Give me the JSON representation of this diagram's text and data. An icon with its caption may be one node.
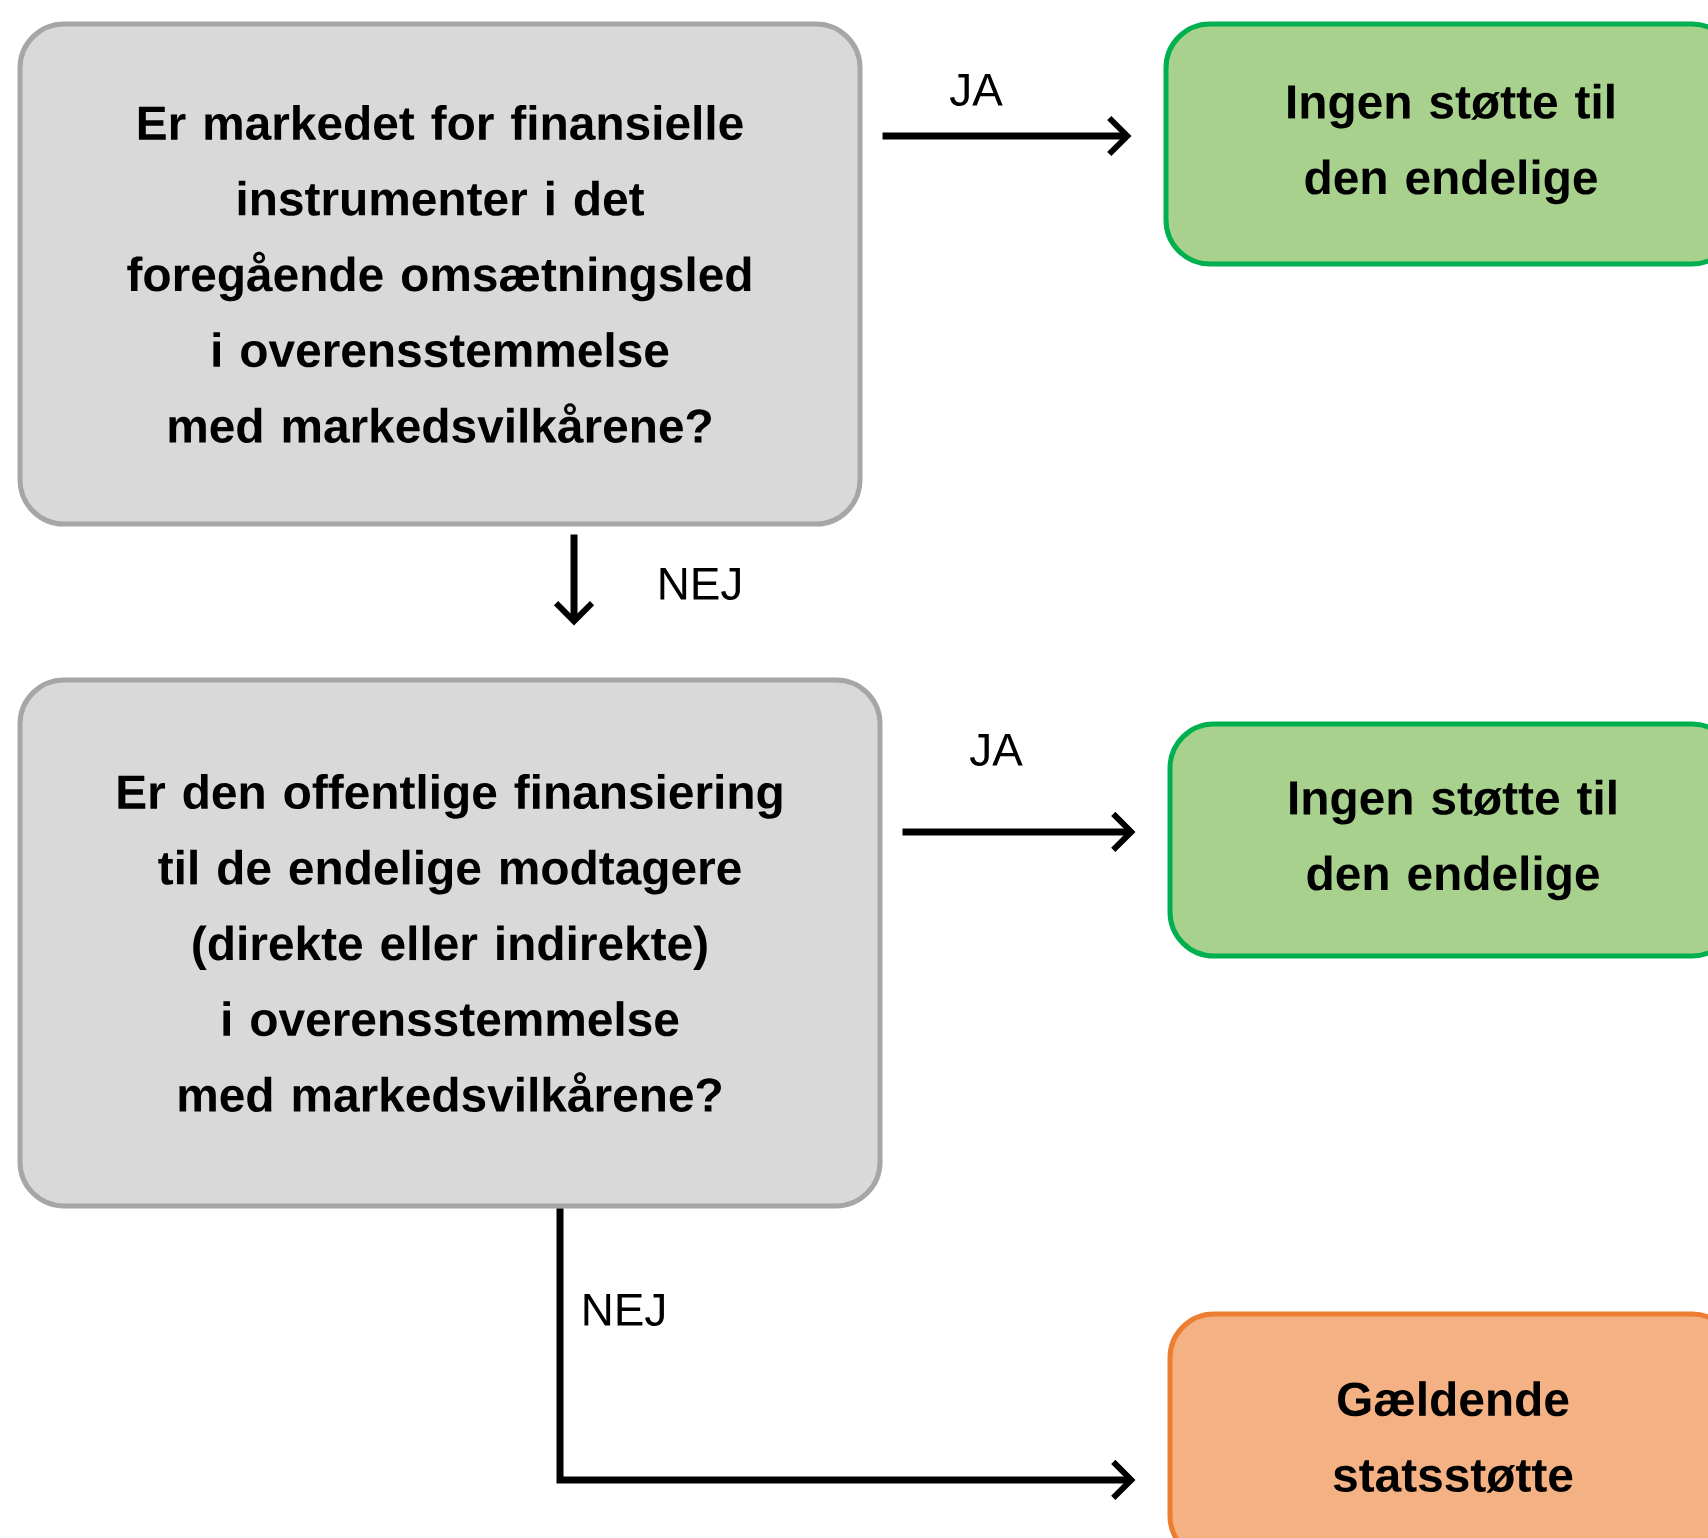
{
  "diagram": {
    "nodes": [
      {
        "text": [
          "Er markedet for finansielle instrumenter i det foregående omsætningsled i overensstemmelse med markedsvilkårene?"
        ]
      },
      {
        "text": [
          "Ingen støtte til den endelige"
        ]
      },
      {
        "text": [
          "Er den offentlige finansiering til de endelige modtagere (direkte eller indirekte) i overensstemmelse med markedsvilkårene?"
        ]
      },
      {
        "text": [
          "Ingen støtte til den endelige"
        ]
      },
      {
        "text": [
          "Gældende statsstøtte"
        ]
      }
    ],
    "edges": [
      {
        "from": 0,
        "to": 1,
        "arrow": "to",
        "label": "JA"
      },
      {
        "from": 0,
        "to": 2,
        "arrow": "to",
        "label": "NEJ"
      },
      {
        "from": 2,
        "to": 3,
        "arrow": "to",
        "label": "JA"
      },
      {
        "from": 2,
        "to": 4,
        "arrow": "to",
        "label": "NEJ"
      }
    ]
  }
}
